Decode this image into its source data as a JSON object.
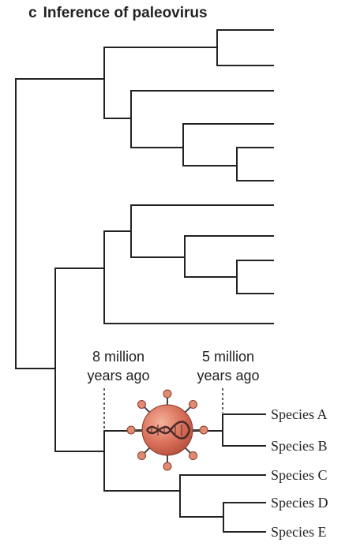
{
  "figure": {
    "panel_letter": "c",
    "panel_title": "Inference of paleovirus",
    "time_markers": [
      {
        "line1": "8 million",
        "line2": "years ago"
      },
      {
        "line1": "5 million",
        "line2": "years ago"
      }
    ],
    "species": [
      "Species A",
      "Species B",
      "Species C",
      "Species D",
      "Species E"
    ],
    "colors": {
      "lines": "#222222",
      "virus_body": "#d9705a",
      "virus_spikes": "#e08a72",
      "dna": "#4a2a2a"
    },
    "icons": [
      "virus-icon",
      "dna-helix-icon"
    ]
  }
}
